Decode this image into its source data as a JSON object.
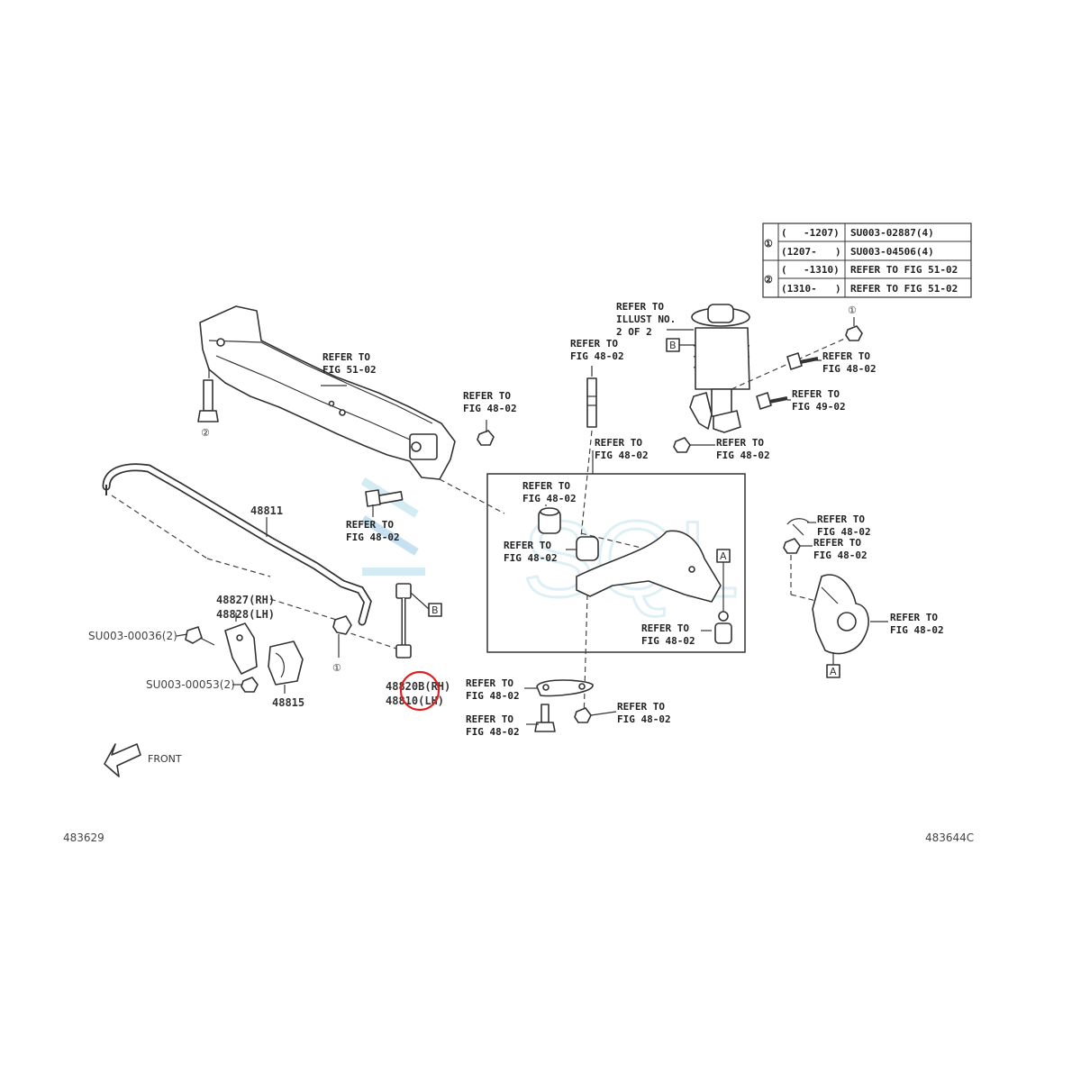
{
  "refer_label": "REFER TO",
  "table": {
    "rows": [
      {
        "group": "①",
        "range_a": "(",
        "range_b": "-1207)",
        "part": "SU003-02887(4)"
      },
      {
        "group": "",
        "range_a": "(1207-",
        "range_b": ")",
        "part": "SU003-04506(4)"
      },
      {
        "group": "②",
        "range_a": "(",
        "range_b": "-1310)",
        "part": "REFER TO FIG 51-02"
      },
      {
        "group": "",
        "range_a": "(1310-",
        "range_b": ")",
        "part": "REFER TO FIG 51-02"
      }
    ]
  },
  "callouts": {
    "crossmember_fig": "FIG 51-02",
    "crossmember_bolt_fig": "FIG 48-02",
    "bolt_mid_fig": "FIG 48-02",
    "stud_fig": "FIG 48-02",
    "arm_box_fig": "FIG 48-02",
    "bushing_fig": "FIG 48-02",
    "arm_bushing_fig": "FIG 48-02",
    "balljoint_fig": "FIG 48-02",
    "strut_illust_1": "ILLUST NO.",
    "strut_illust_2": "2 OF 2",
    "strut_bolt_fig": "FIG 48-02",
    "strut_bolt2_fig": "FIG 49-02",
    "strut_nut_fig": "FIG 48-02",
    "knuckle_pin_fig": "FIG 48-02",
    "knuckle_nut_fig": "FIG 48-02",
    "knuckle_fig": "FIG 48-02",
    "lower_arm_fig": "FIG 48-02",
    "lower_bolt_fig": "FIG 48-02",
    "lower_nut_fig": "FIG 48-02"
  },
  "parts": {
    "stabilizer_bar": "48811",
    "bracket_rh": "48827(RH)",
    "bracket_lh": "48828(LH)",
    "bushing": "48815",
    "bolt_code": "SU003-00036(2)",
    "nut_code": "SU003-00053(2)",
    "link_rh": "48820B(RH)",
    "link_lh": "48810(LH)"
  },
  "markers": {
    "circle1": "①",
    "circle2": "②",
    "box_a": "A",
    "box_b": "B"
  },
  "front_label": "FRONT",
  "illustration_left": "483629",
  "illustration_right": "483644C",
  "watermark": "SQL"
}
